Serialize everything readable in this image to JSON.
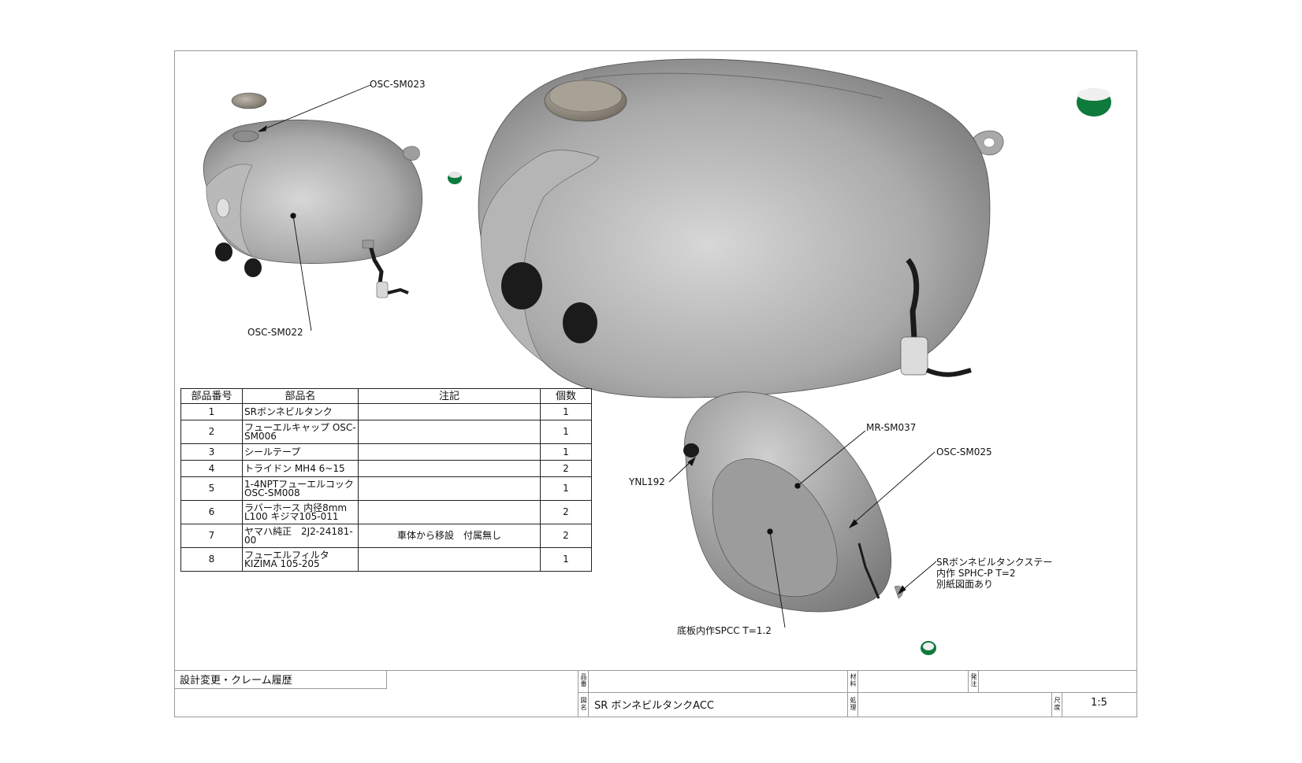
{
  "callouts": {
    "cap_part": "OSC-SM023",
    "tank_part": "OSC-SM022",
    "bracket_part": "MR-SM037",
    "cock_part": "OSC-SM025",
    "grommet_part": "YNL192",
    "stay_line1": "SRボンネビルタンクステー",
    "stay_line2": "内作 SPHC-P T=2",
    "stay_line3": "別紙図面あり",
    "bottom_plate": "底板内作SPCC T=1.2"
  },
  "bom": {
    "headers": [
      "部品番号",
      "部品名",
      "注記",
      "個数"
    ],
    "rows": [
      {
        "no": "1",
        "name": "SRボンネビルタンク",
        "note": "",
        "qty": "1"
      },
      {
        "no": "2",
        "name": "フューエルキャップ OSC-SM006",
        "note": "",
        "qty": "1"
      },
      {
        "no": "3",
        "name": "シールテープ",
        "note": "",
        "qty": "1"
      },
      {
        "no": "4",
        "name": "トライドン MH4 6~15",
        "note": "",
        "qty": "2"
      },
      {
        "no": "5",
        "name": "1-4NPTフューエルコック OSC-SM008",
        "note": "",
        "qty": "1"
      },
      {
        "no": "6",
        "name": "ラバーホース 内径8mm L100 キジマ105-011",
        "note": "",
        "qty": "2"
      },
      {
        "no": "7",
        "name": "ヤマハ純正　2J2-24181-00",
        "note": "車体から移設　付属無し",
        "qty": "2"
      },
      {
        "no": "8",
        "name": "フューエルフィルタ KIZIMA 105-205",
        "note": "",
        "qty": "1"
      }
    ]
  },
  "title_block": {
    "revision_label": "設計変更・クレーム履歴",
    "part_no_label": "品番",
    "drawing_name_label": "図名",
    "drawing_name": "SR ボンネビルタンクACC",
    "material_label": "材料",
    "treatment_label": "処理",
    "order_label": "発注",
    "scale_label": "尺度",
    "scale_value": "1:5"
  },
  "colors": {
    "tank_light": "#c9c9c9",
    "tank_dark": "#7d7d7d",
    "cap": "#9a9287",
    "rubber": "#1b1b1b",
    "tape_green": "#0e7a3c",
    "frame": "#9a9a9a"
  }
}
